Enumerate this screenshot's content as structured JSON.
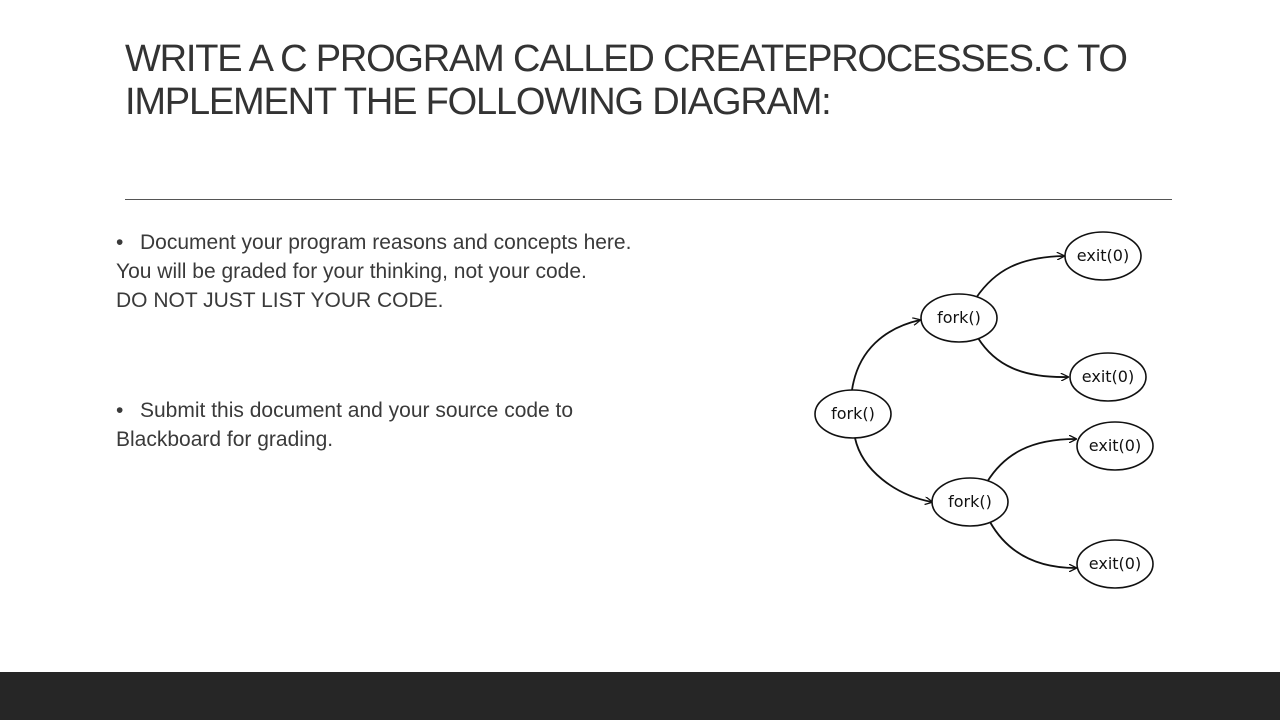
{
  "slide": {
    "title_lines": [
      "WRITE A C PROGRAM CALLED CREATEPROCESSES.C TO",
      "IMPLEMENT THE FOLLOWING DIAGRAM:"
    ],
    "bullets": [
      {
        "marker": "•",
        "lines": [
          "Document your program reasons and concepts here.",
          "You will be graded for your thinking, not your code.",
          "DO NOT JUST LIST YOUR CODE."
        ]
      },
      {
        "marker": "•",
        "lines": [
          "Submit this document and your source code to",
          "Blackboard for grading."
        ]
      }
    ]
  },
  "diagram": {
    "nodes": {
      "root_fork": "fork()",
      "upper_fork": "fork()",
      "lower_fork": "fork()",
      "exit_1": "exit(0)",
      "exit_2": "exit(0)",
      "exit_3": "exit(0)",
      "exit_4": "exit(0)"
    }
  }
}
